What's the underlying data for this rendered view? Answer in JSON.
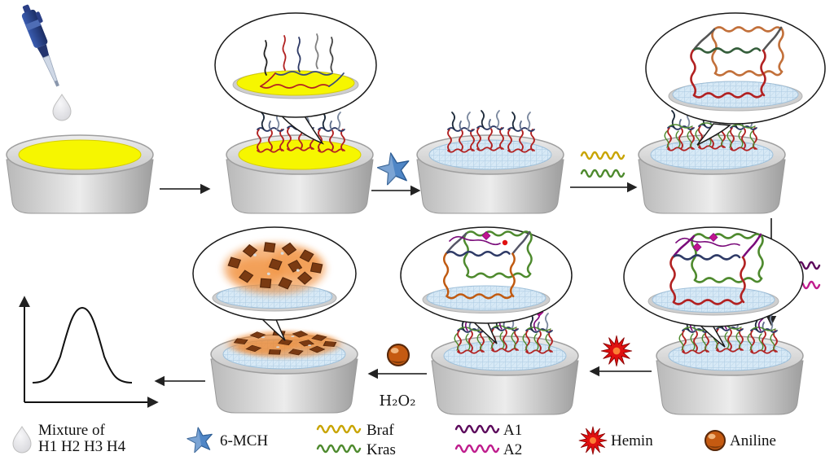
{
  "legend": {
    "mixture_line1": "Mixture of",
    "mixture_line2": "H1 H2 H3 H4",
    "mch": "6-MCH",
    "braf": "Braf",
    "kras": "Kras",
    "a1": "A1",
    "a2": "A2",
    "hemin": "Hemin",
    "aniline": "Aniline"
  },
  "annotations": {
    "h2o2": "H₂O₂"
  },
  "colors": {
    "electrode_surface_yellow": "#f6f600",
    "electrode_surface_blue": "#d7e9f6",
    "mch_star": "#4f86c6",
    "braf_wave": "#c8a400",
    "kras_wave": "#4e8a2e",
    "a1_wave": "#5c0a5c",
    "a2_wave": "#bf1d8d",
    "hemin_burst": "#e01010",
    "aniline_ball": "#c55a11",
    "droplet": "#e3e3e6"
  }
}
